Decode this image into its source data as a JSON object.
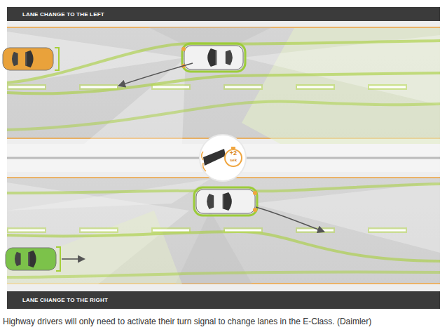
{
  "diagram": {
    "caption": "Highway drivers will only need to activate their turn signal to change lanes in the E-Class. (Daimler)",
    "nodes": [
      {
        "text": [
          "LANE CHANGE TO THE LEFT"
        ]
      },
      {
        "text": [
          "LANE CHANGE TO THE RIGHT"
        ]
      }
    ],
    "labels": [
      "+2",
      "sek"
    ]
  }
}
